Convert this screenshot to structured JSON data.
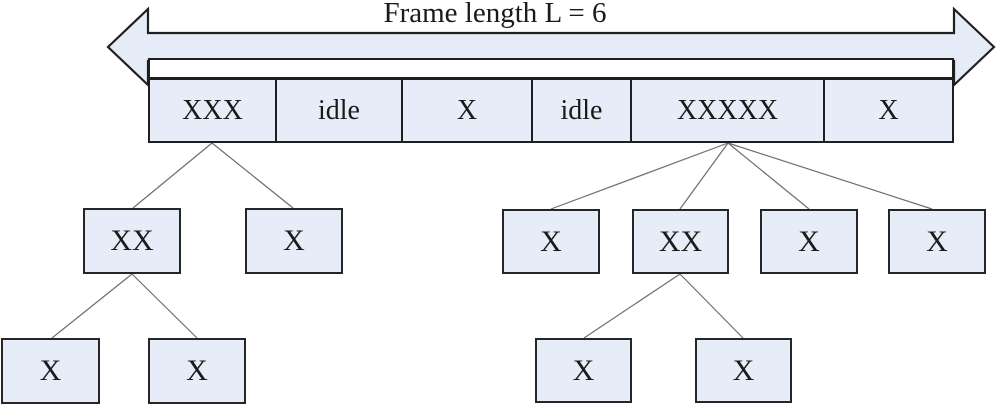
{
  "title": {
    "label": "Frame length L = 6"
  },
  "frame": {
    "cells": [
      {
        "label": "XXX"
      },
      {
        "label": "idle"
      },
      {
        "label": "X"
      },
      {
        "label": "idle"
      },
      {
        "label": "XXXXX"
      },
      {
        "label": "X"
      }
    ]
  },
  "tree": {
    "left": {
      "level1": [
        {
          "label": "XX"
        },
        {
          "label": "X"
        }
      ],
      "level2": [
        {
          "label": "X"
        },
        {
          "label": "X"
        }
      ]
    },
    "right": {
      "level1": [
        {
          "label": "X"
        },
        {
          "label": "XX"
        },
        {
          "label": "X"
        },
        {
          "label": "X"
        }
      ],
      "level2": [
        {
          "label": "X"
        },
        {
          "label": "X"
        }
      ]
    }
  },
  "colors": {
    "box_fill": "#e7edf8",
    "box_border": "#1f1f1f",
    "connector_line": "#6e6e6e",
    "arrow_fill": "#e5ebf7",
    "arrow_border": "#1f1f1f",
    "strip_fill": "#ffffff"
  }
}
